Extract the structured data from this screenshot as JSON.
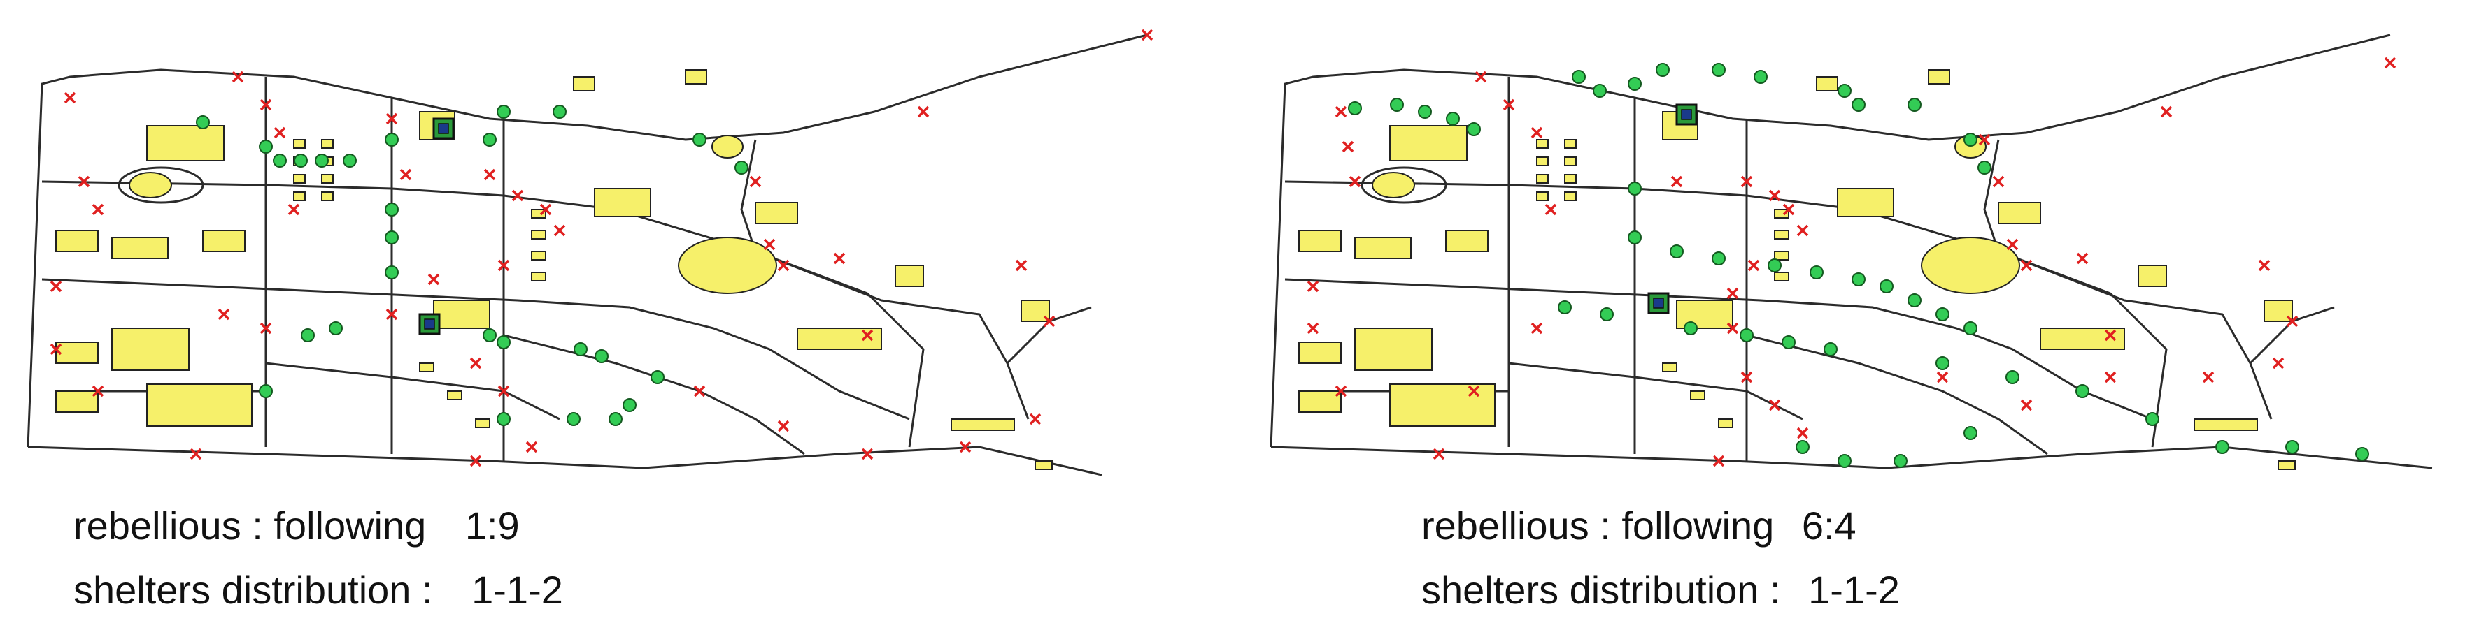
{
  "panels": [
    {
      "ratio_label": "rebellious : following",
      "ratio_value": "1:9",
      "distribution_label": "shelters distribution :",
      "distribution_value": "1-1-2"
    },
    {
      "ratio_label": "rebellious : following",
      "ratio_value": "6:4",
      "distribution_label": "shelters distribution :",
      "distribution_value": "1-1-2"
    }
  ],
  "colors": {
    "building": "#f6f06a",
    "following_agent": "#33cc55",
    "rebellious_agent": "#e02020",
    "shelter": "#2a9a3a",
    "road": "#2b2b2b"
  },
  "legend_semantics": {
    "green_circle": "following agent",
    "red_cross": "rebellious agent",
    "green_square": "shelter"
  }
}
